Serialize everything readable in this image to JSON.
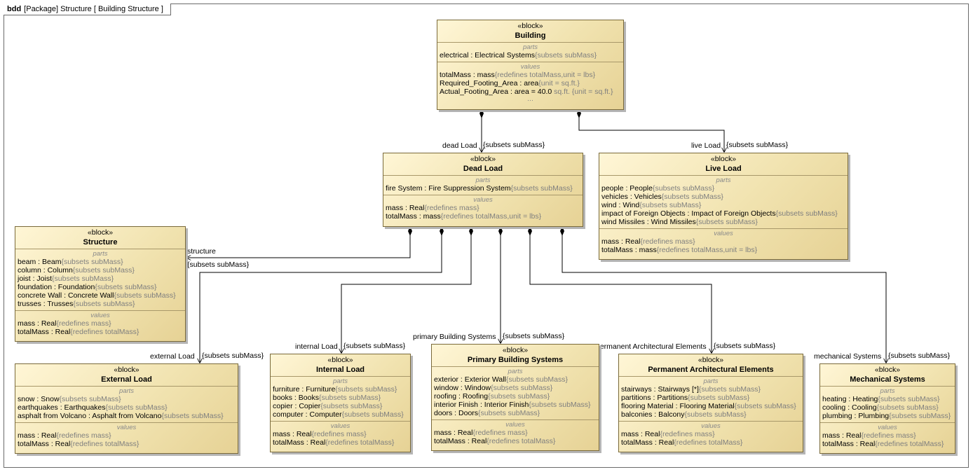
{
  "frame": {
    "kind": "bdd",
    "title": "[Package] Structure [ Building Structure ]"
  },
  "colors": {
    "block_fill": "#f1e3b0",
    "block_border": "#7a6a3a",
    "constraint_text": "#7f7f7f",
    "line": "#000000"
  },
  "blocks": {
    "building": {
      "stereotype": "«block»",
      "name": "Building",
      "parts_title": "parts",
      "parts": [
        {
          "text": "electrical : Electrical Systems",
          "note": "{subsets subMass}"
        }
      ],
      "values_title": "values",
      "values": [
        {
          "text": "totalMass : mass",
          "note": "{redefines totalMass,unit = lbs}"
        },
        {
          "text": "Required_Footing_Area : area",
          "note": "{unit = sq.ft.}"
        },
        {
          "text": "Actual_Footing_Area : area = 40.0",
          "note": " sq.ft. {unit = sq.ft.}"
        }
      ],
      "more": "..."
    },
    "dead_load": {
      "stereotype": "«block»",
      "name": "Dead Load",
      "parts_title": "parts",
      "parts": [
        {
          "text": "fire System : Fire Suppression System",
          "note": "{subsets subMass}"
        }
      ],
      "values_title": "values",
      "values": [
        {
          "text": "mass : Real",
          "note": "{redefines mass}"
        },
        {
          "text": "totalMass : mass",
          "note": "{redefines totalMass,unit = lbs}"
        }
      ]
    },
    "live_load": {
      "stereotype": "«block»",
      "name": "Live Load",
      "parts_title": "parts",
      "parts": [
        {
          "text": "people : People",
          "note": "{subsets subMass}"
        },
        {
          "text": "vehicles : Vehicles",
          "note": "{subsets subMass}"
        },
        {
          "text": "wind : Wind",
          "note": "{subsets subMass}"
        },
        {
          "text": "impact of Foreign Objects : Impact of Foreign Objects",
          "note": "{subsets subMass}"
        },
        {
          "text": "wind Missiles : Wind Missiles",
          "note": "{subsets subMass}"
        }
      ],
      "values_title": "values",
      "values": [
        {
          "text": "mass : Real",
          "note": "{redefines mass}"
        },
        {
          "text": "totalMass : mass",
          "note": "{redefines totalMass,unit = lbs}"
        }
      ]
    },
    "structure": {
      "stereotype": "«block»",
      "name": "Structure",
      "parts_title": "parts",
      "parts": [
        {
          "text": "beam : Beam",
          "note": "{subsets subMass}"
        },
        {
          "text": "column : Column",
          "note": "{subsets subMass}"
        },
        {
          "text": "joist : Joist",
          "note": "{subsets subMass}"
        },
        {
          "text": "foundation : Foundation",
          "note": "{subsets subMass}"
        },
        {
          "text": "concrete Wall : Concrete Wall",
          "note": "{subsets subMass}"
        },
        {
          "text": "trusses : Trusses",
          "note": "{subsets subMass}"
        }
      ],
      "values_title": "values",
      "values": [
        {
          "text": "mass : Real",
          "note": "{redefines mass}"
        },
        {
          "text": "totalMass : Real",
          "note": "{redefines totalMass}"
        }
      ]
    },
    "external_load": {
      "stereotype": "«block»",
      "name": "External Load",
      "parts_title": "parts",
      "parts": [
        {
          "text": "snow : Snow",
          "note": "{subsets subMass}"
        },
        {
          "text": "earthquakes : Earthquakes",
          "note": "{subsets subMass}"
        },
        {
          "text": "asphalt from Volcano : Asphalt from Volcano",
          "note": "{subsets subMass}"
        }
      ],
      "values_title": "values",
      "values": [
        {
          "text": "mass : Real",
          "note": "{redefines mass}"
        },
        {
          "text": "totalMass : Real",
          "note": "{redefines totalMass}"
        }
      ]
    },
    "internal_load": {
      "stereotype": "«block»",
      "name": "Internal Load",
      "parts_title": "parts",
      "parts": [
        {
          "text": "furniture : Furniture",
          "note": "{subsets subMass}"
        },
        {
          "text": "books : Books",
          "note": "{subsets subMass}"
        },
        {
          "text": "copier : Copier",
          "note": "{subsets subMass}"
        },
        {
          "text": "computer : Computer",
          "note": "{subsets subMass}"
        }
      ],
      "values_title": "values",
      "values": [
        {
          "text": "mass : Real",
          "note": "{redefines mass}"
        },
        {
          "text": "totalMass : Real",
          "note": "{redefines totalMass}"
        }
      ]
    },
    "primary_building_systems": {
      "stereotype": "«block»",
      "name": "Primary Building Systems",
      "parts_title": "parts",
      "parts": [
        {
          "text": "exterior : Exterior Wall",
          "note": "{subsets subMass}"
        },
        {
          "text": "window : Window",
          "note": "{subsets subMass}"
        },
        {
          "text": "roofing : Roofing",
          "note": "{subsets subMass}"
        },
        {
          "text": "interior Finish : Interior Finish",
          "note": "{subsets subMass}"
        },
        {
          "text": "doors : Doors",
          "note": "{subsets subMass}"
        }
      ],
      "values_title": "values",
      "values": [
        {
          "text": "mass : Real",
          "note": "{redefines mass}"
        },
        {
          "text": "totalMass : Real",
          "note": "{redefines totalMass}"
        }
      ]
    },
    "permanent_architectural_elements": {
      "stereotype": "«block»",
      "name": "Permanent Architectural Elements",
      "parts_title": "parts",
      "parts": [
        {
          "text": "stairways : Stairways [*]",
          "note": "{subsets subMass}"
        },
        {
          "text": "partitions : Partitions",
          "note": "{subsets subMass}"
        },
        {
          "text": "flooring Material : Flooring Material",
          "note": "{subsets subMass}"
        },
        {
          "text": "balconies : Balcony",
          "note": "{subsets subMass}"
        }
      ],
      "values_title": "values",
      "values": [
        {
          "text": "mass : Real",
          "note": "{redefines mass}"
        },
        {
          "text": "totalMass : Real",
          "note": "{redefines totalMass}"
        }
      ]
    },
    "mechanical_systems": {
      "stereotype": "«block»",
      "name": "Mechanical Systems",
      "parts_title": "parts",
      "parts": [
        {
          "text": "heating : Heating",
          "note": "{subsets subMass}"
        },
        {
          "text": "cooling : Cooling",
          "note": "{subsets subMass}"
        },
        {
          "text": "plumbing : Plumbing",
          "note": "{subsets subMass}"
        }
      ],
      "values_title": "values",
      "values": [
        {
          "text": "mass : Real",
          "note": "{redefines mass}"
        },
        {
          "text": "totalMass : Real",
          "note": "{redefines totalMass}"
        }
      ]
    }
  },
  "role_labels": {
    "dead_load": {
      "role": "dead Load",
      "constraint": "{subsets subMass}"
    },
    "live_load": {
      "role": "live Load",
      "constraint": "{subsets subMass}"
    },
    "structure": {
      "role": "structure",
      "constraint": "{subsets subMass}"
    },
    "external_load": {
      "role": "external Load",
      "constraint": "{subsets subMass}"
    },
    "internal_load": {
      "role": "internal Load",
      "constraint": "{subsets subMass}"
    },
    "primary_building_systems": {
      "role": "primary Building Systems",
      "constraint": "{subsets subMass}"
    },
    "permanent_architectural_elements": {
      "role": "permanent Architectural Elements",
      "constraint": "{subsets subMass}"
    },
    "mechanical_systems": {
      "role": "mechanical Systems",
      "constraint": "{subsets subMass}"
    }
  }
}
